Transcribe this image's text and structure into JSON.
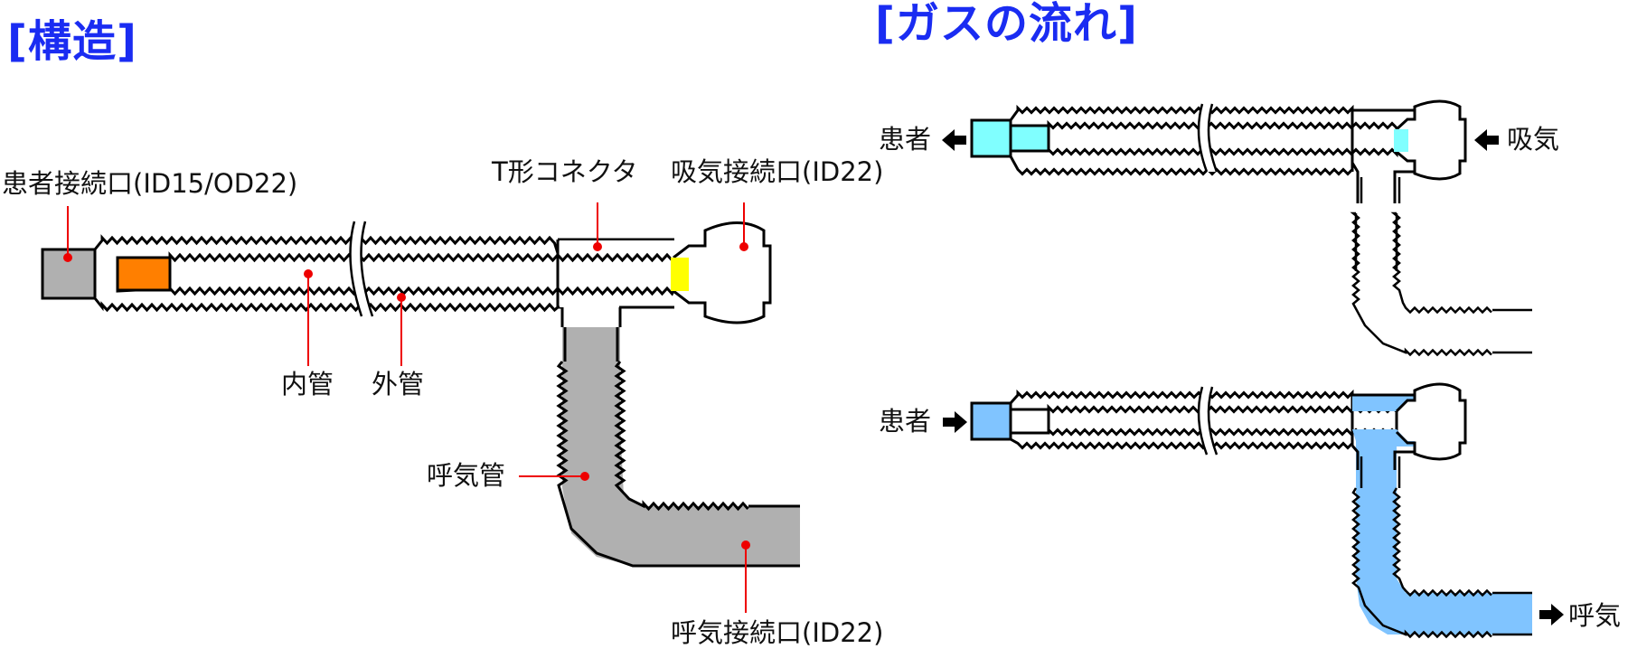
{
  "structure": {
    "title": "[構造]",
    "labels": {
      "patient_port": "患者接続口(ID15/OD22)",
      "t_connector": "T形コネクタ",
      "inhale_port": "吸気接続口(ID22)",
      "inner_tube": "内管",
      "outer_tube": "外管",
      "exhale_tube": "呼気管",
      "exhale_port": "呼気接続口(ID22)"
    }
  },
  "gas_flow": {
    "title": "[ガスの流れ]",
    "inhalation": {
      "patient_label": "患者",
      "source_label": "吸気",
      "patient_arrow": "arrow-left-icon",
      "source_arrow": "arrow-left-icon"
    },
    "exhalation": {
      "patient_label": "患者",
      "exit_label": "呼気",
      "patient_arrow": "arrow-right-icon",
      "exit_arrow": "arrow-right-icon"
    }
  },
  "colors": {
    "title": "#1a2cf2",
    "gray": "#b0b0b0",
    "yellow": "#ffff00",
    "orange": "#ff7f00",
    "cyan": "#80ffff",
    "light_blue": "#80c4ff",
    "callout": "#ee0000"
  }
}
